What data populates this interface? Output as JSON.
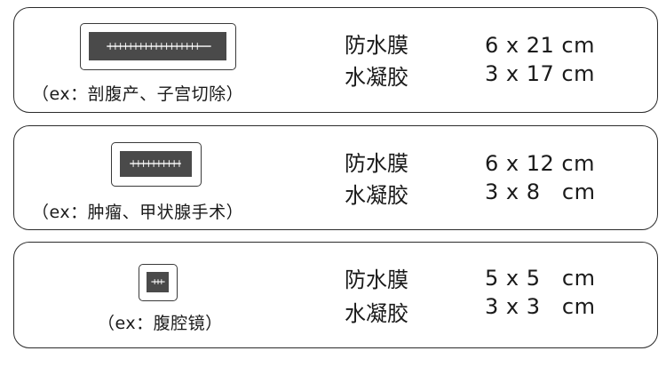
{
  "rows": [
    {
      "example": "（ex：剖腹产、子宫切除）",
      "materials": [
        "防水膜",
        "水凝胶"
      ],
      "sizes": [
        "6 x 21 cm",
        "3 x 17 cm"
      ],
      "icon": "large-incision-dressing-icon"
    },
    {
      "example": "（ex：肿瘤、甲状腺手术）",
      "materials": [
        "防水膜",
        "水凝胶"
      ],
      "sizes": [
        "6 x 12 cm",
        "3 x 8   cm"
      ],
      "icon": "medium-incision-dressing-icon"
    },
    {
      "example": "（ex：腹腔镜）",
      "materials": [
        "防水膜",
        "水凝胶"
      ],
      "sizes": [
        "5 x 5   cm",
        "3 x 3   cm"
      ],
      "icon": "small-incision-dressing-icon"
    }
  ],
  "colors": {
    "border": "#2b2b2b",
    "pad": "#4a4a4a",
    "stitch": "#ffffff"
  }
}
